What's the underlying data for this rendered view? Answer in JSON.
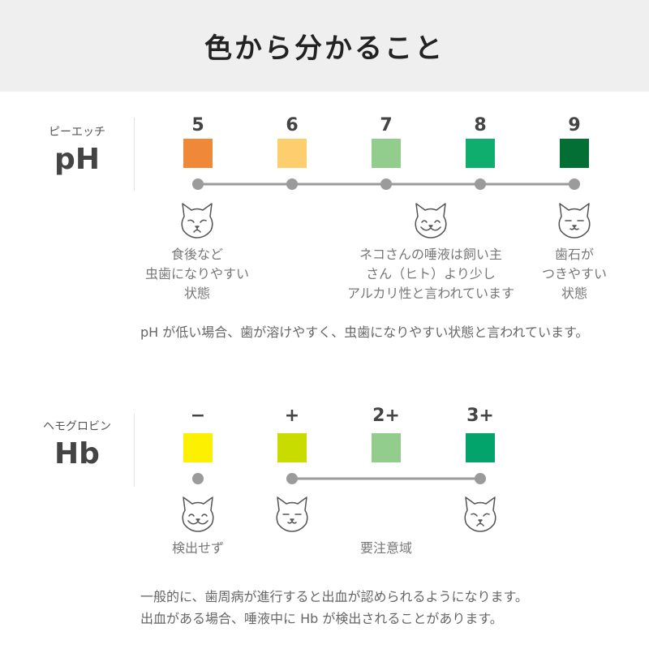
{
  "header": {
    "title": "色から分かること"
  },
  "ph": {
    "label_kana": "ピーエッチ",
    "label": "pH",
    "scale": [
      {
        "value": "5",
        "color": "#f0883a"
      },
      {
        "value": "6",
        "color": "#fcce6e"
      },
      {
        "value": "7",
        "color": "#93cd8d"
      },
      {
        "value": "8",
        "color": "#0fae6e"
      },
      {
        "value": "9",
        "color": "#036f35"
      }
    ],
    "annotations": [
      {
        "icon": "sad-cat-icon",
        "lines": [
          "食後など",
          "虫歯になりやすい",
          "状態"
        ]
      },
      {
        "icon": "happy-cat-icon",
        "lines": [
          "ネコさんの唾液は飼い主",
          "さん（ヒト）より少し",
          "アルカリ性と言われています"
        ]
      },
      {
        "icon": "content-cat-icon",
        "lines": [
          "歯石が",
          "つきやすい",
          "状態"
        ]
      }
    ],
    "note": "pH が低い場合、歯が溶けやすく、虫歯になりやすい状態と言われています。"
  },
  "hb": {
    "label_kana": "ヘモグロビン",
    "label": "Hb",
    "scale": [
      {
        "value": "−",
        "color": "#fdf000"
      },
      {
        "value": "+",
        "color": "#c8dc00"
      },
      {
        "value": "2+",
        "color": "#93cd8d"
      },
      {
        "value": "3+",
        "color": "#03a46c"
      }
    ],
    "annotations": [
      {
        "icon": "happy-cat-icon",
        "caption": "検出せず"
      },
      {
        "icon": "content-cat-icon",
        "caption": ""
      },
      {
        "icon": "sad-cat-icon",
        "caption": ""
      }
    ],
    "range_caption": "要注意域",
    "note_lines": [
      "一般的に、歯周病が進行すると出血が認められるようになります。",
      "出血がある場合、唾液中に Hb が検出されることがあります。"
    ]
  }
}
